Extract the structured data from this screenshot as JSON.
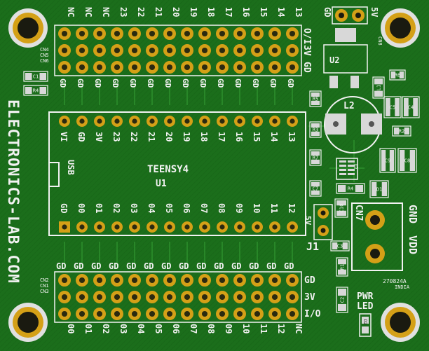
{
  "colors": {
    "board": "#1b6e1b",
    "board_dark": "#124f12",
    "silk": "#f2f2f2",
    "gold": "#d4a017",
    "pad_hole": "#2a2a10",
    "smd": "#d8d8d8",
    "black": "#111111",
    "copper": "#b87333"
  },
  "branding": {
    "side_text": "ELECTRONICS-LAB.COM",
    "board_id": "270824A",
    "origin": "INDIA"
  },
  "module": {
    "name": "TEENSY4",
    "ref": "U1",
    "usb": "USB",
    "top_pins": [
      "VI",
      "GD",
      "3V",
      "23",
      "22",
      "21",
      "20",
      "19",
      "18",
      "17",
      "16",
      "15",
      "14",
      "13"
    ],
    "bottom_pins": [
      "GD",
      "00",
      "01",
      "02",
      "03",
      "04",
      "05",
      "06",
      "07",
      "08",
      "09",
      "10",
      "11",
      "12"
    ]
  },
  "top_header": {
    "col_labels": [
      "NC",
      "NC",
      "NC",
      "23",
      "22",
      "21",
      "20",
      "19",
      "18",
      "17",
      "16",
      "15",
      "14",
      "13"
    ],
    "under_labels": [
      "GD",
      "GD",
      "GD",
      "GD",
      "GD",
      "GD",
      "GD",
      "GD",
      "GD",
      "GD",
      "GD",
      "GD",
      "GD",
      "GD"
    ],
    "row_labels": [
      "O/I",
      "3V",
      "GD"
    ],
    "conn_labels": [
      "CN4",
      "CN5",
      "CN6"
    ]
  },
  "bottom_header": {
    "over_labels": [
      "GD",
      "GD",
      "GD",
      "GD",
      "GD",
      "GD",
      "GD",
      "GD",
      "GD",
      "GD",
      "GD",
      "GD",
      "GD",
      "GD"
    ],
    "col_labels": [
      "00",
      "01",
      "02",
      "03",
      "04",
      "05",
      "06",
      "07",
      "08",
      "09",
      "10",
      "11",
      "12",
      "NC"
    ],
    "row_labels": [
      "GD",
      "3V",
      "I/O"
    ],
    "conn_labels": [
      "CN2",
      "CN1",
      "CN3"
    ]
  },
  "power": {
    "gd": "GD",
    "v5": "5V",
    "cn8": "CN8",
    "u2": "U2",
    "l2": "L2",
    "u3": "U3",
    "cn7": "CN7",
    "vdd": "VDD",
    "gnd": "GND",
    "j1": "J1",
    "j1_5v": "5V",
    "pwr": "PWR",
    "led": "LED",
    "d2": "D2"
  },
  "parts": [
    "C1",
    "R4",
    "R5",
    "R3",
    "R7",
    "C7",
    "L1",
    "R6",
    "C5",
    "C4",
    "R2",
    "C9",
    "C8",
    "R4",
    "D1",
    "C10",
    "C3",
    "R1",
    "C2"
  ]
}
